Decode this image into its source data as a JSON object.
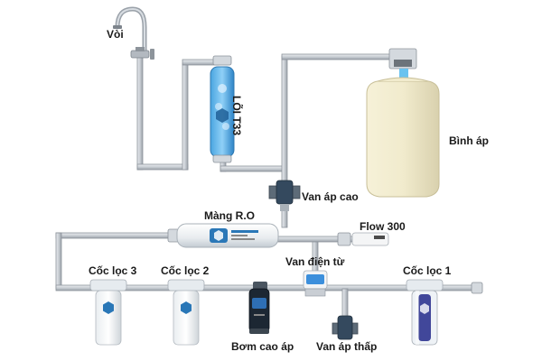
{
  "labels": {
    "faucet": "Vòi",
    "t33": "LÕI T33",
    "tank": "Bình áp",
    "high_pressure_valve": "Van áp cao",
    "ro_membrane": "Màng R.O",
    "flow": "Flow 300",
    "solenoid": "Van điện từ",
    "filter1": "Cốc lọc 1",
    "filter2": "Cốc lọc 2",
    "filter3": "Cốc lọc 3",
    "pump": "Bơm cao áp",
    "low_pressure_valve": "Van áp thấp"
  }
}
